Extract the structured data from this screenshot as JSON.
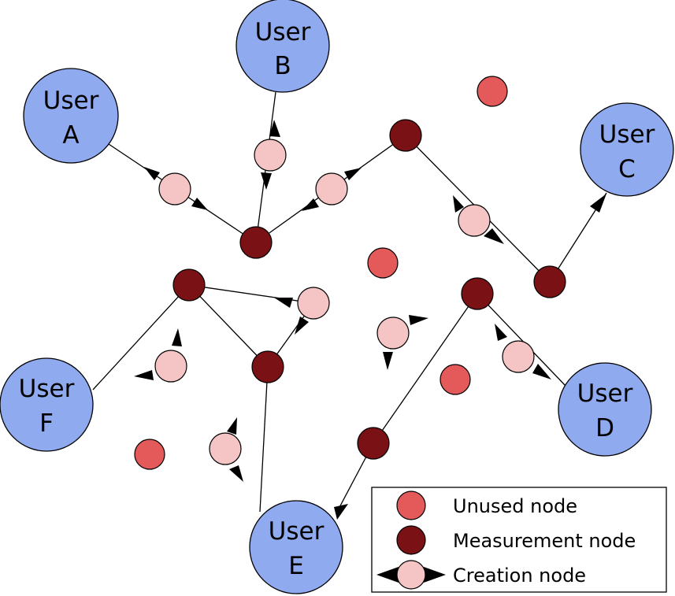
{
  "users": [
    {
      "id": "A",
      "line1": "User",
      "line2": "A"
    },
    {
      "id": "B",
      "line1": "User",
      "line2": "B"
    },
    {
      "id": "C",
      "line1": "User",
      "line2": "C"
    },
    {
      "id": "D",
      "line1": "User",
      "line2": "D"
    },
    {
      "id": "E",
      "line1": "User",
      "line2": "E"
    },
    {
      "id": "F",
      "line1": "User",
      "line2": "F"
    }
  ],
  "legend": {
    "unused": "Unused node",
    "measurement": "Measurement node",
    "creation": "Creation node"
  },
  "colors": {
    "user": "#8faaee",
    "unused": "#e45a5a",
    "measurement": "#7a1215",
    "creation": "#f5c4c4",
    "edge": "#000000"
  }
}
